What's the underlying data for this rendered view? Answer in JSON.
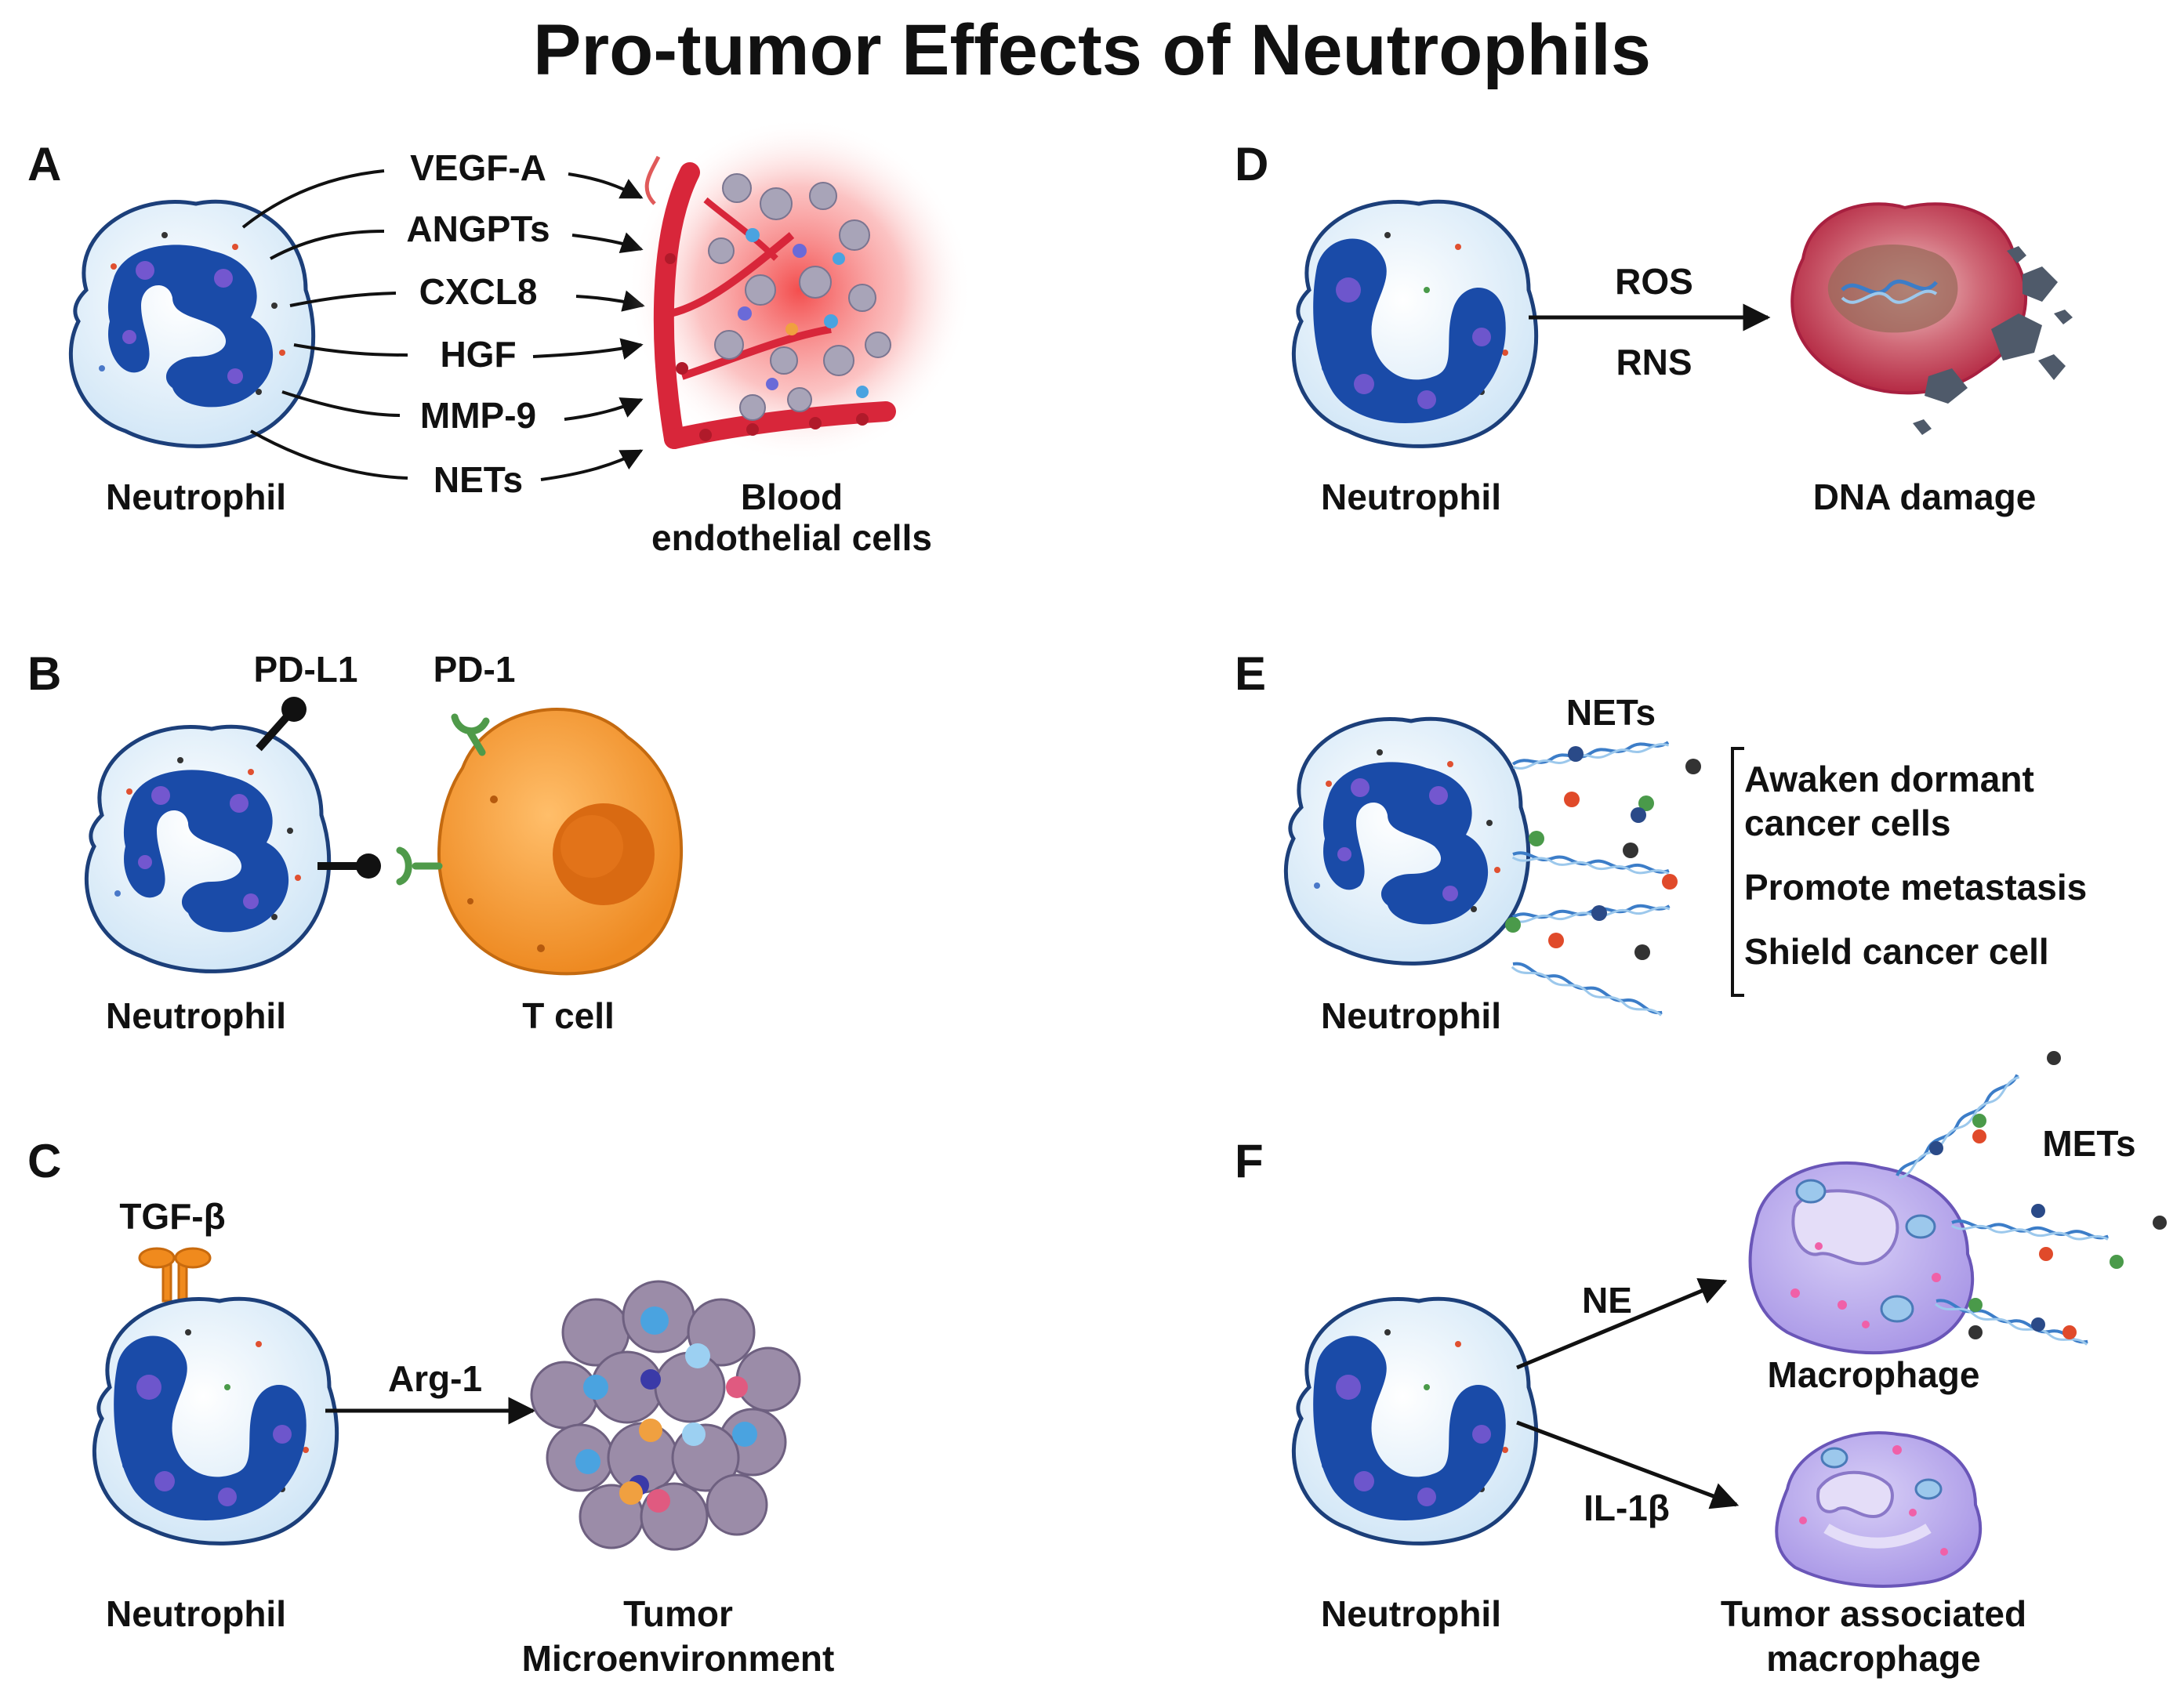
{
  "title": "Pro-tumor  Effects  of  Neutrophils",
  "colors": {
    "nucleus": "#1a4ba8",
    "cytoplasm": "#dcedf8",
    "cell_outline": "#1c3f7a",
    "tcell": "#f29a2e",
    "tcell_nucleus": "#d96a12",
    "receptor_green": "#6fb36a",
    "tgf_orange": "#f08a1d",
    "macrophage": "#b7a6ec",
    "vessel_red": "#d8263a",
    "glow_red": "#f04a4a",
    "damage_red": "#c83a4e",
    "tumor_purple": "#9b8ca8"
  },
  "panels": {
    "A": {
      "letter": "A",
      "mediators": [
        "VEGF-A",
        "ANGPTs",
        "CXCL8",
        "HGF",
        "MMP-9",
        "NETs"
      ],
      "source_label": "Neutrophil",
      "target_label_1": "Blood",
      "target_label_2": "endothelial  cells"
    },
    "B": {
      "letter": "B",
      "ligand": "PD-L1",
      "receptor": "PD-1",
      "source_label": "Neutrophil",
      "target_label": "T  cell"
    },
    "C": {
      "letter": "C",
      "cytokine": "TGF-β",
      "arrow_label": "Arg-1",
      "source_label": "Neutrophil",
      "target_label_1": "Tumor",
      "target_label_2": "Microenvironment"
    },
    "D": {
      "letter": "D",
      "arrow_label_1": "ROS",
      "arrow_label_2": "RNS",
      "source_label": "Neutrophil",
      "target_label": "DNA  damage"
    },
    "E": {
      "letter": "E",
      "nets_label": "NETs",
      "effects": [
        "Awaken  dormant",
        "cancer  cells",
        "Promote  metastasis",
        "Shield  cancer  cell"
      ],
      "source_label": "Neutrophil"
    },
    "F": {
      "letter": "F",
      "arrow_label_1": "NE",
      "arrow_label_2": "IL-1β",
      "mets_label": "METs",
      "target_label_1": "Macrophage",
      "target_label_2a": "Tumor  associated",
      "target_label_2b": "macrophage",
      "source_label": "Neutrophil"
    }
  }
}
